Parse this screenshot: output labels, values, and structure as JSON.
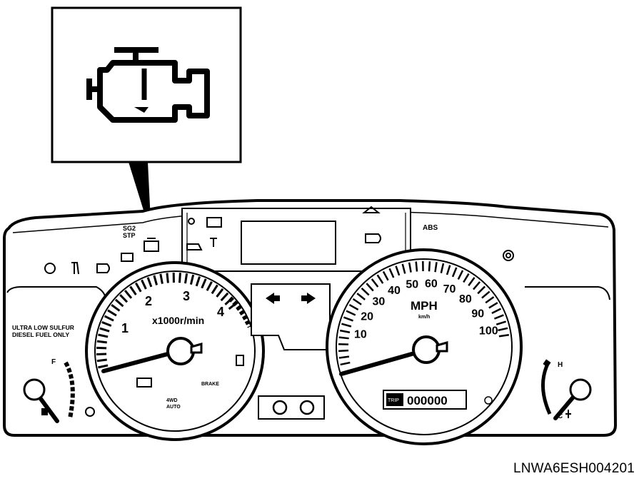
{
  "callout": {
    "icon": "check-engine-icon"
  },
  "indicators": {
    "top_left_text": "SG2\nSTP",
    "abs": "ABS"
  },
  "left_label": "ULTRA LOW SULFUR\nDIESEL FUEL ONLY",
  "fuel_gauge": {
    "full_mark": "F",
    "icon": "fuel-pump-icon"
  },
  "tachometer": {
    "unit": "x1000r/min",
    "ticks": [
      "1",
      "2",
      "3",
      "4"
    ],
    "small_text_1": "BRAKE",
    "small_text_2": "4WD\nAUTO"
  },
  "center": {
    "left_arrow": "turn-left-icon",
    "right_arrow": "turn-right-icon"
  },
  "speedometer": {
    "unit_main": "MPH",
    "unit_sub": "km/h",
    "mph_ticks": [
      "10",
      "20",
      "30",
      "40",
      "50",
      "60",
      "70",
      "80",
      "90",
      "100"
    ],
    "odometer": "000000",
    "trip": "TRIP"
  },
  "temp_gauge": {
    "hot_mark": "H",
    "cold_mark": "C"
  },
  "figure_id": "LNWA6ESH004201"
}
